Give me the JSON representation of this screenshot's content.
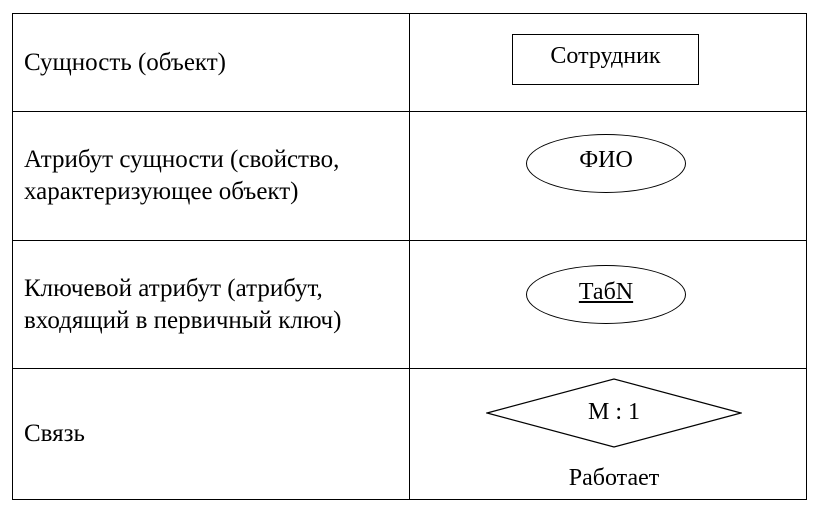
{
  "rows": [
    {
      "label_lines": [
        "Сущность (объект)"
      ],
      "shape": "rectangle",
      "shape_text": "Сотрудник"
    },
    {
      "label_lines": [
        "Атрибут сущности (свойство,",
        "характеризующее объект)"
      ],
      "shape": "ellipse",
      "shape_text": "ФИО"
    },
    {
      "label_lines": [
        "Ключевой атрибут (атрибут,",
        "входящий в первичный ключ)"
      ],
      "shape": "ellipse-underlined",
      "shape_text": "ТабN"
    },
    {
      "label_lines": [
        "Связь"
      ],
      "shape": "diamond",
      "shape_text": "М : 1",
      "caption": "Работает"
    }
  ]
}
